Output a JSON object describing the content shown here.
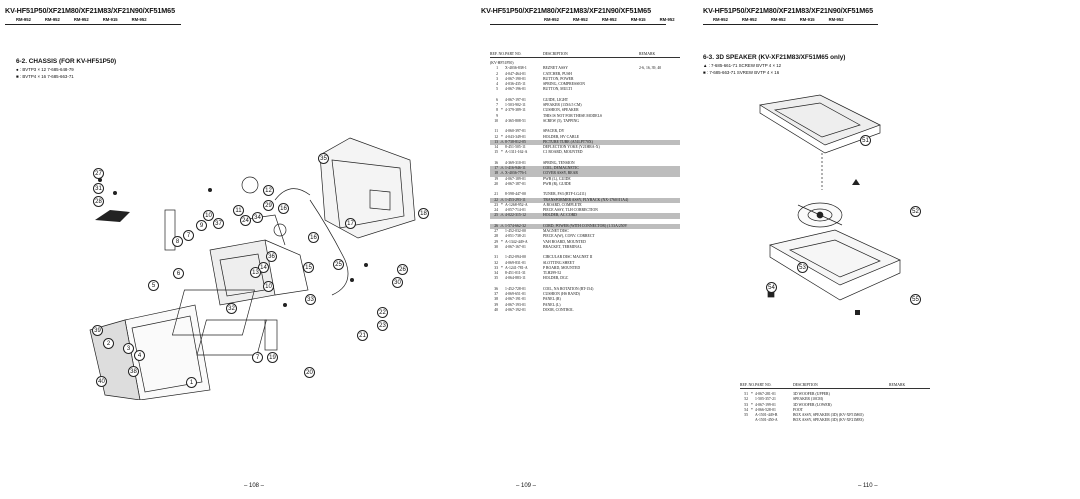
{
  "header": {
    "title": "KV-HF51P50/XF21M80/XF21M83/XF21N90/XF51M65",
    "models": [
      "RM-952",
      "RM-952",
      "RM-952",
      "RM-915",
      "RM-952"
    ]
  },
  "left_page": {
    "section_title": "6-2.  CHASSIS (FOR KV-HF51P50)",
    "screws": [
      {
        "symbol": "●",
        "text": ": BVTP3 × 12   7-685-648-79"
      },
      {
        "symbol": "■",
        "text": ": BVTP4 × 16   7-685-663-71"
      }
    ],
    "callouts": [
      "35",
      "27",
      "31",
      "28",
      "12",
      "29",
      "16",
      "18",
      "17",
      "11",
      "37",
      "24",
      "34",
      "10",
      "9",
      "7",
      "36",
      "14",
      "15",
      "13",
      "6",
      "5",
      "10",
      "32",
      "25",
      "26",
      "30",
      "33",
      "22",
      "23",
      "21",
      "39",
      "2",
      "3",
      "4",
      "38",
      "40",
      "1",
      "8",
      "7",
      "19",
      "20",
      "16"
    ],
    "page_number": "– 108 –"
  },
  "middle_page": {
    "table_header": {
      "ref": "REF. NO.",
      "part": "PART NO.",
      "desc": "DESCRIPTION",
      "remark": "REMARK"
    },
    "model_label": "(KV-HF51P50)",
    "rows": [
      {
        "ref": "1",
        "flag": "",
        "part": "X-4036-838-1",
        "desc": "BEZNET ASSY",
        "remark": "2-6, 16, 39, 40",
        "hl": false
      },
      {
        "ref": "2",
        "flag": "",
        "part": "4-047-464-01",
        "desc": "CATCHER, PUSH",
        "remark": "",
        "hl": false
      },
      {
        "ref": "3",
        "flag": "",
        "part": "4-067-190-01",
        "desc": "BUTTON, POWER",
        "remark": "",
        "hl": false
      },
      {
        "ref": "4",
        "flag": "",
        "part": "4-036-435-11",
        "desc": "SPRING, COMPRESSION",
        "remark": "",
        "hl": false
      },
      {
        "ref": "5",
        "flag": "",
        "part": "4-067-196-01",
        "desc": "BUTTON, MULTI",
        "remark": "",
        "hl": false
      },
      {
        "ref": "",
        "flag": "",
        "part": "",
        "desc": "",
        "remark": "",
        "hl": false
      },
      {
        "ref": "6",
        "flag": "",
        "part": "4-067-197-01",
        "desc": "GUIDE, LIGHT",
        "remark": "",
        "hl": false
      },
      {
        "ref": "7",
        "flag": "",
        "part": "1-503-902-11",
        "desc": "SPEAKER (13X6.5 CM)",
        "remark": "",
        "hl": false
      },
      {
        "ref": "8",
        "flag": "*",
        "part": "4-379-389-11",
        "desc": "CUSHION, SPEAKER",
        "remark": "",
        "hl": false
      },
      {
        "ref": "9",
        "flag": "",
        "part": "",
        "desc": "THIS IS NOT FOR THESE MODELS",
        "remark": "",
        "hl": false
      },
      {
        "ref": "10",
        "flag": "",
        "part": "4-365-808-51",
        "desc": "SCREW (5), TAPPING",
        "remark": "",
        "hl": false
      },
      {
        "ref": "",
        "flag": "",
        "part": "",
        "desc": "",
        "remark": "",
        "hl": false
      },
      {
        "ref": "11",
        "flag": "",
        "part": "4-060-397-01",
        "desc": "SPACER, DY",
        "remark": "",
        "hl": false
      },
      {
        "ref": "12",
        "flag": "*",
        "part": "4-043-349-01",
        "desc": "HOLDER, HV CABLE",
        "remark": "",
        "hl": false
      },
      {
        "ref": "13",
        "flag": "⚠",
        "part": "8-738-812-05",
        "desc": "PICTURE TUBE (A51LPT70X)",
        "remark": "",
        "hl": true
      },
      {
        "ref": "14",
        "flag": "",
        "part": "8-451-505-11",
        "desc": "DEFLECTION YOKE (Y21HRA-X)",
        "remark": "",
        "hl": false
      },
      {
        "ref": "15",
        "flag": "*",
        "part": "A-1311-162-A",
        "desc": "C1 BOARD, MOUNTED",
        "remark": "",
        "hl": false
      },
      {
        "ref": "",
        "flag": "",
        "part": "",
        "desc": "",
        "remark": "",
        "hl": false
      },
      {
        "ref": "16",
        "flag": "",
        "part": "4-369-310-01",
        "desc": "SPRING, TENSION",
        "remark": "",
        "hl": false
      },
      {
        "ref": "17",
        "flag": "⚠",
        "part": "1-416-946-11",
        "desc": "COIL, DEMAGNETIC",
        "remark": "",
        "hl": true
      },
      {
        "ref": "18",
        "flag": "⚠",
        "part": "X-4036-776-1",
        "desc": "COVER ASSY, REAR",
        "remark": "",
        "hl": true
      },
      {
        "ref": "19",
        "flag": "",
        "part": "4-067-189-01",
        "desc": "PWB (L), GUIDE",
        "remark": "",
        "hl": false
      },
      {
        "ref": "20",
        "flag": "",
        "part": "4-067-187-01",
        "desc": "PWB (R), GUIDE",
        "remark": "",
        "hl": false
      },
      {
        "ref": "",
        "flag": "",
        "part": "",
        "desc": "",
        "remark": "",
        "hl": false
      },
      {
        "ref": "21",
        "flag": "",
        "part": "8-598-447-00",
        "desc": "TUNER, FS3 (BTF-LG411)",
        "remark": "",
        "hl": false
      },
      {
        "ref": "22",
        "flag": "⚠",
        "part": "1-453-293-11",
        "desc": "TRANSFORMER ASSY, FLYBACK (NX-1760//J1A4)",
        "remark": "",
        "hl": true
      },
      {
        "ref": "23",
        "flag": "*",
        "part": "A-1268-952-A",
        "desc": "A BOARD, COMPLETE",
        "remark": "",
        "hl": false
      },
      {
        "ref": "24",
        "flag": "",
        "part": "4-057-714-01",
        "desc": "PIECE ASSY, TLH CORRECTION",
        "remark": "",
        "hl": false
      },
      {
        "ref": "25",
        "flag": "⚠",
        "part": "4-022-315-12",
        "desc": "HOLDER, AC CORD",
        "remark": "",
        "hl": true
      },
      {
        "ref": "",
        "flag": "",
        "part": "",
        "desc": "",
        "remark": "",
        "hl": false
      },
      {
        "ref": "26",
        "flag": "⚠",
        "part": "1-574-662-32",
        "desc": "CORD, POWER (WITH CONNECTOR) (1.53A/250V",
        "remark": "",
        "hl": true
      },
      {
        "ref": "27",
        "flag": "",
        "part": "1-452-032-00",
        "desc": "MAGNET DISC",
        "remark": "",
        "hl": false
      },
      {
        "ref": "28",
        "flag": "",
        "part": "4-051-738-21",
        "desc": "PIECE A(W), CONV. CORRECT",
        "remark": "",
        "hl": false
      },
      {
        "ref": "29",
        "flag": "*",
        "part": "A-1342-449-A",
        "desc": "VAH BOARD, MOUNTED",
        "remark": "",
        "hl": false
      },
      {
        "ref": "30",
        "flag": "",
        "part": "4-067-167-01",
        "desc": "BRACKET, TERMINAL",
        "remark": "",
        "hl": false
      },
      {
        "ref": "",
        "flag": "",
        "part": "",
        "desc": "",
        "remark": "",
        "hl": false
      },
      {
        "ref": "31",
        "flag": "",
        "part": "1-452-094-00",
        "desc": "CIRCULAR DISC MAGNET II",
        "remark": "",
        "hl": false
      },
      {
        "ref": "32",
        "flag": "",
        "part": "4-069-831-01",
        "desc": "SLOTTING SHEET",
        "remark": "",
        "hl": false
      },
      {
        "ref": "33",
        "flag": "*",
        "part": "A-1241-781-A",
        "desc": "P BOARD, MOUNTED",
        "remark": "",
        "hl": false
      },
      {
        "ref": "34",
        "flag": "",
        "part": "8-451-011-31",
        "desc": "TLH299-52",
        "remark": "",
        "hl": false
      },
      {
        "ref": "35",
        "flag": "",
        "part": "4-064-883-11",
        "desc": "HOLDER, DGC",
        "remark": "",
        "hl": false
      },
      {
        "ref": "",
        "flag": "",
        "part": "",
        "desc": "",
        "remark": "",
        "hl": false
      },
      {
        "ref": "36",
        "flag": "",
        "part": "1-452-728-01",
        "desc": "COIL, NA ROTATION (RT-154)",
        "remark": "",
        "hl": false
      },
      {
        "ref": "37",
        "flag": "",
        "part": "4-069-651-01",
        "desc": "CUSHION (HS BAND)",
        "remark": "",
        "hl": false
      },
      {
        "ref": "38",
        "flag": "",
        "part": "4-067-191-01",
        "desc": "PANEL (R)",
        "remark": "",
        "hl": false
      },
      {
        "ref": "39",
        "flag": "",
        "part": "4-067-193-01",
        "desc": "PANEL (L)",
        "remark": "",
        "hl": false
      },
      {
        "ref": "40",
        "flag": "",
        "part": "4-067-192-01",
        "desc": "DOOR, CONTROL",
        "remark": "",
        "hl": false
      }
    ],
    "page_number": "– 109 –"
  },
  "right_page": {
    "section_title": "6-3.  3D SPEAKER (KV-XF21M83/XF51M65 only)",
    "screws": [
      {
        "symbol": "▲",
        "text": ": 7-685-661-71     SCREW BVTP 4 × 12"
      },
      {
        "symbol": "■",
        "text": ": 7-685-663-71     SVREW BVTP 4 × 16"
      }
    ],
    "callouts": [
      "51",
      "52",
      "53",
      "54",
      "55"
    ],
    "table_header": {
      "ref": "REF. NO.",
      "part": "PART NO.",
      "desc": "DESCRIPTION",
      "remark": "REMARK"
    },
    "rows": [
      {
        "ref": "51",
        "flag": "*",
        "part": "4-067-281-01",
        "desc": "3D WOOFER (UPPER)"
      },
      {
        "ref": "52",
        "flag": "",
        "part": "1-505-357-21",
        "desc": "SPEAKER (10CM)"
      },
      {
        "ref": "53",
        "flag": "*",
        "part": "4-067-199-01",
        "desc": "3D WOOFER (LOWER)"
      },
      {
        "ref": "54",
        "flag": "*",
        "part": "4-066-528-01",
        "desc": "FOOT"
      },
      {
        "ref": "55",
        "flag": "",
        "part": "A-1501-449-B",
        "desc": "BOX ASSY, SPEAKER (3D) (KV-XF51M65)"
      },
      {
        "ref": "",
        "flag": "",
        "part": "A-1501-450-A",
        "desc": "BOX ASSY, SPEAKER (3D) (KV-XF21M83)"
      }
    ],
    "page_number": "– 110 –"
  }
}
